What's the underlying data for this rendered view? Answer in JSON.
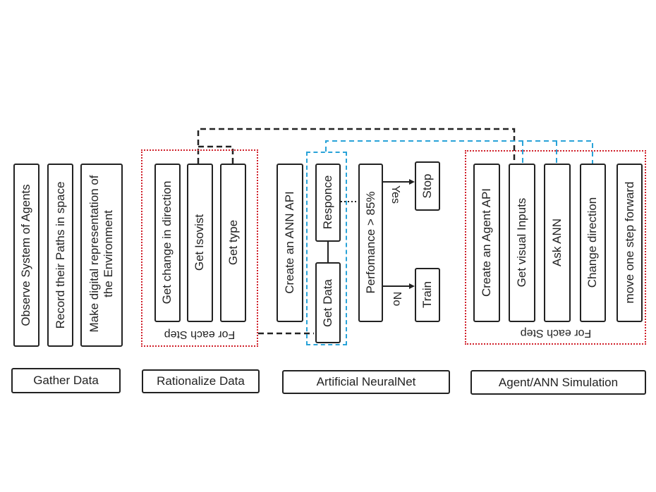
{
  "gather": {
    "boxes": [
      "Observe System of Agents",
      "Record their Paths in space",
      "Make digital representation of the Environment"
    ],
    "label": "Gather Data"
  },
  "rationalize": {
    "boxes": [
      "Get change in direction",
      "Get Isovist",
      "Get type"
    ],
    "loop_label": "For each Step",
    "label": "Rationalize Data"
  },
  "ann": {
    "create": "Create an ANN API",
    "response": "Responce",
    "get_data": "Get Data",
    "performance": "Perfomance > 85%",
    "yes": "Yes",
    "no": "No",
    "stop": "Stop",
    "train": "Train",
    "label": "Artificial NeuralNet"
  },
  "sim": {
    "boxes": [
      "Create an Agent API",
      "Get visual Inputs",
      "Ask ANN",
      "Change direction",
      "move one step forward"
    ],
    "loop_label": "For each Step",
    "label": "Agent/ANN  Simulation"
  },
  "colors": {
    "loop_border": "#d0202a",
    "ann_link": "#29a3d8",
    "data_link": "#222222"
  }
}
